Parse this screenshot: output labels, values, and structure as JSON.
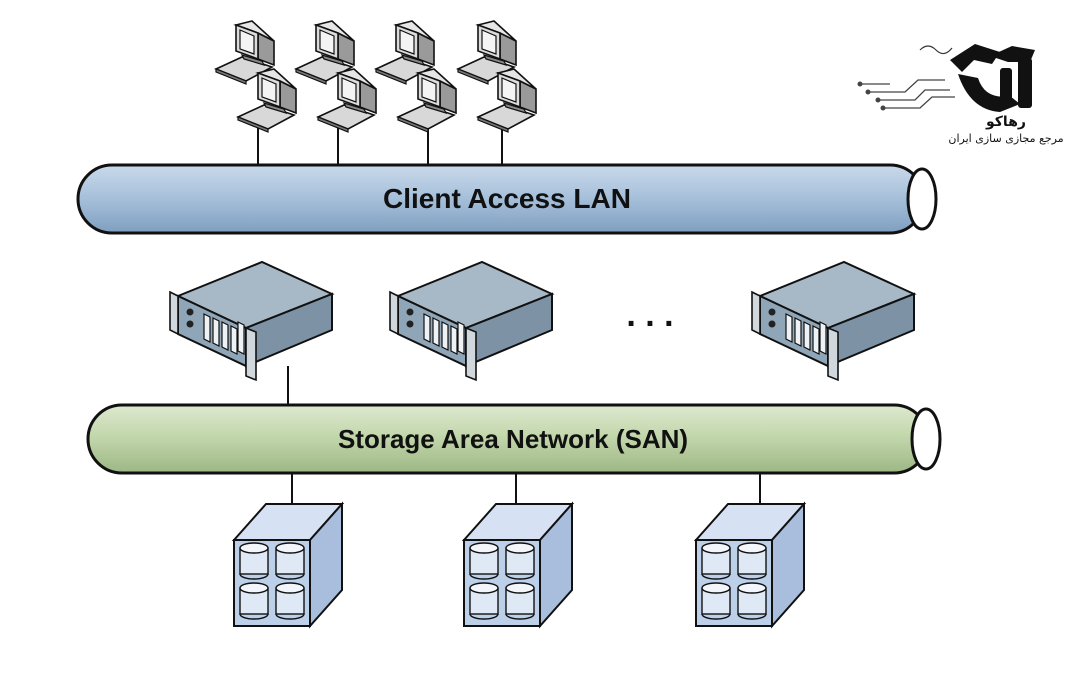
{
  "diagram": {
    "lan_label": "Client Access LAN",
    "san_label": "Storage Area Network (SAN)",
    "ellipsis": ". . .",
    "colors": {
      "lan_fill": "#a9c2dc",
      "san_fill": "#c9dcb4",
      "device_face": "#8fa6b8",
      "storage_face": "#bcd0ea",
      "outline": "#111111"
    }
  },
  "logo": {
    "title": "رهاکو",
    "tagline": "مرجع مجازی سازی ایران",
    "icon": "rahako-logo-icon"
  }
}
